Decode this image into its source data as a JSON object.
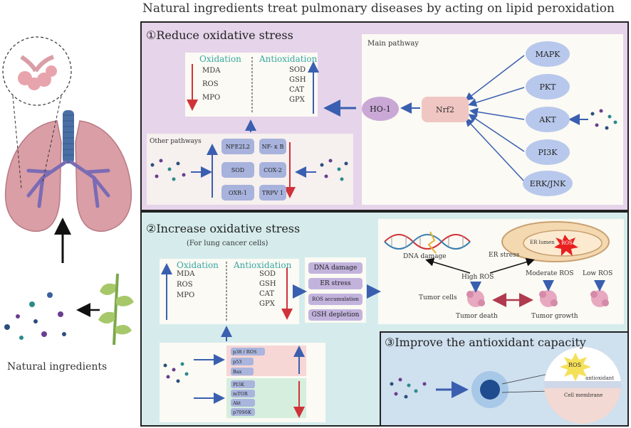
{
  "title": "Natural ingredients treat pulmonary diseases by acting on lipid peroxidation",
  "left": {
    "label": "Natural ingredients"
  },
  "panel1": {
    "title": "①Reduce oxidative stress",
    "oxidation_header": "Oxidation",
    "antioxidation_header": "Antioxidation",
    "oxidation_items": [
      "MDA",
      "ROS",
      "MPO"
    ],
    "antioxidation_items": [
      "SOD",
      "GSH",
      "CAT",
      "GPX"
    ],
    "other_pathways_label": "Other pathways",
    "other_up": [
      "NFE2L2",
      "SOD",
      "OXR-1"
    ],
    "other_down": [
      "NF- κ B",
      "COX-2",
      "TRPV 1"
    ],
    "main_pathway_label": "Main pathway",
    "ho1": "HO-1",
    "nrf2": "Nrf2",
    "kinases": [
      "MAPK",
      "PKT",
      "AKT",
      "PI3K",
      "ERK/JNK"
    ]
  },
  "panel2": {
    "title": "②Increase oxidative stress",
    "subtitle": "(For lung cancer cells)",
    "oxidation_header": "Oxidation",
    "antioxidation_header": "Antioxidation",
    "oxidation_items": [
      "MDA",
      "ROS",
      "MPO"
    ],
    "antioxidation_items": [
      "SOD",
      "GSH",
      "CAT",
      "GPX"
    ],
    "effects": [
      "DNA damage",
      "ER stress",
      "ROS accumulation",
      "GSH depletion"
    ],
    "up_pathways": [
      "p38 / ROS",
      "p53",
      "Bax"
    ],
    "down_pathways": [
      "PI3K",
      "mTOR",
      "Akt",
      "p70S6K"
    ],
    "dna_damage": "DNA damage",
    "er_stress": "ER stress",
    "er_lumen": "ER lumen",
    "ros": "ROS",
    "high_ros": "High ROS",
    "moderate_ros": "Moderate ROS",
    "low_ros": "Low ROS",
    "tumor_cells": "Tumor cells",
    "tumor_death": "Tumor death",
    "tumor_growth": "Tumor growth"
  },
  "panel3": {
    "title": "③Improve the antioxidant capacity",
    "ros": "ROS",
    "antioxidant": "antioxidant",
    "cell_membrane": "Cell membrane"
  },
  "colors": {
    "panel1_bg": "#e6d4ea",
    "panel2_bg": "#d6ecec",
    "panel3_bg": "#cfe0ef",
    "arrow_blue": "#3a5fb0",
    "arrow_red": "#d0323a",
    "teal": "#3aa6a2"
  }
}
